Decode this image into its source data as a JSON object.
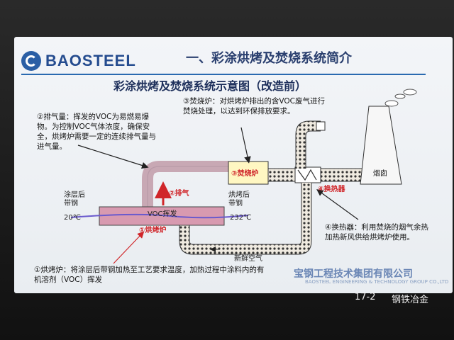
{
  "slide": {
    "logo_text": "BAOSTEEL",
    "section_title": "一、彩涂烘烤及焚烧系统简介",
    "diagram_title": "彩涂烘烤及焚烧系统示意图（改造前）"
  },
  "notes": {
    "incinerator": "③焚烧炉：对烘烤炉排出的含VOC废气进行焚烧处理，以达到环保排放要求。",
    "exhaust": "②排气量：挥发的VOC为易燃易爆物。为控制VOC气体浓度，确保安全，烘烤炉需要一定的连续排气量与进气量。",
    "heat_exchanger": "④换热器：利用焚烧的烟气余热加热新风供给烘烤炉使用。",
    "oven": "①烘烤炉：将涂层后带钢加热至工艺要求温度，加热过程中涂料内的有机溶剂（VOC）挥发"
  },
  "labels": {
    "before_strip": "涂层后带钢",
    "before_temp": "20℃",
    "after_strip": "烘烤后带钢",
    "after_temp": "232℃",
    "voc": "VOC挥发",
    "fresh_air": "新鲜空气",
    "chimney": "烟囱",
    "tag_oven": "①烘烤炉",
    "tag_exhaust": "②排气",
    "tag_incinerator": "③焚烧炉",
    "tag_exchanger": "④换热器"
  },
  "footer": {
    "company": "宝钢工程技术集团有限公司",
    "company_en": "BAOSTEEL ENGINEERING & TECHNOLOGY GROUP CO.,LTD",
    "stamp": "17-2",
    "watermark": "钢铁冶金"
  },
  "colors": {
    "accent": "#2a6ab0",
    "red": "#d0262a",
    "pipe": "#e8e4dc",
    "incinerator_fill": "#fff7c2",
    "oven_fill": "#d89ab0"
  }
}
